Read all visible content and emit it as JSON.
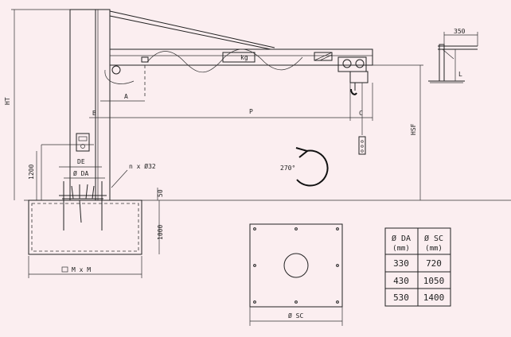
{
  "dimensions": {
    "ht": "HT",
    "hsf": "HSF",
    "a": "A",
    "b": "B",
    "p": "P",
    "c": "C",
    "de": "DE",
    "da": "Ø DA",
    "bolt": "n x Ø32",
    "d1200": "1200",
    "d50": "50",
    "d1000": "1000",
    "mxm": "M x M",
    "sc": "Ø SC",
    "d350": "350",
    "l": "L"
  },
  "load_label": "kg",
  "rotation_label": "270°",
  "table": {
    "headers": [
      {
        "name": "Ø DA",
        "unit": "(mm)"
      },
      {
        "name": "Ø SC",
        "unit": "(mm)"
      }
    ],
    "rows": [
      [
        "330",
        "720"
      ],
      [
        "430",
        "1050"
      ],
      [
        "530",
        "1400"
      ]
    ]
  }
}
